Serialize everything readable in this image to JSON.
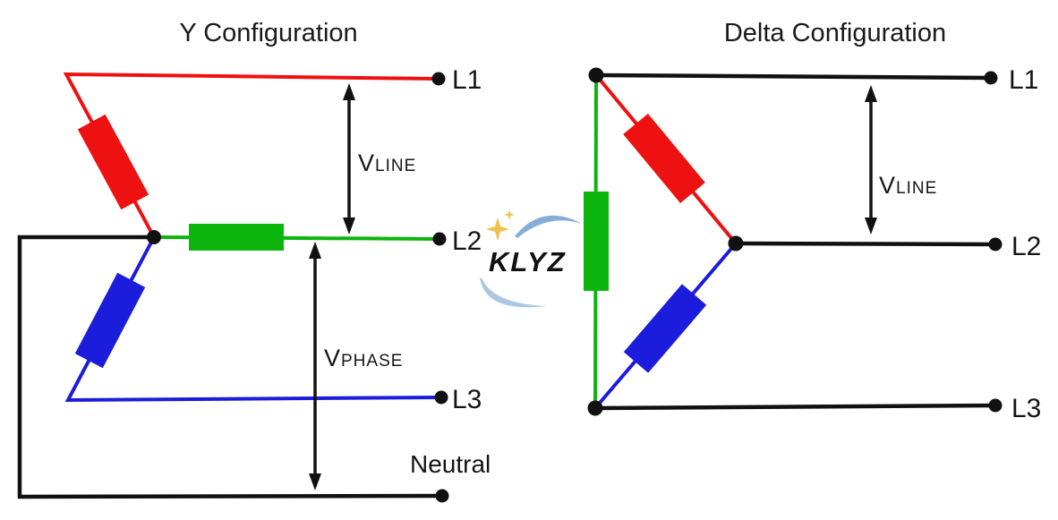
{
  "y_config": {
    "title": "Y Configuration",
    "terminal_l1": "L1",
    "terminal_l2": "L2",
    "terminal_l3": "L3",
    "terminal_neutral": "Neutral",
    "v_line_label": "Vline",
    "v_phase_label": "Vphase"
  },
  "delta_config": {
    "title": "Delta Configuration",
    "terminal_l1": "L1",
    "terminal_l2": "L2",
    "terminal_l3": "L3",
    "v_line_label": "Vline"
  },
  "watermark": {
    "text": "KLYZ",
    "text_color": "#8fc2e6",
    "arc_top_color": "#84aed6",
    "arc_bottom_color": "#abc8e0",
    "sparkle_color": "#f0c24d"
  },
  "colors": {
    "phase_red": "#ee1111",
    "phase_green": "#0bb50b",
    "phase_blue": "#1c1cdc",
    "wire_black": "#111111"
  }
}
